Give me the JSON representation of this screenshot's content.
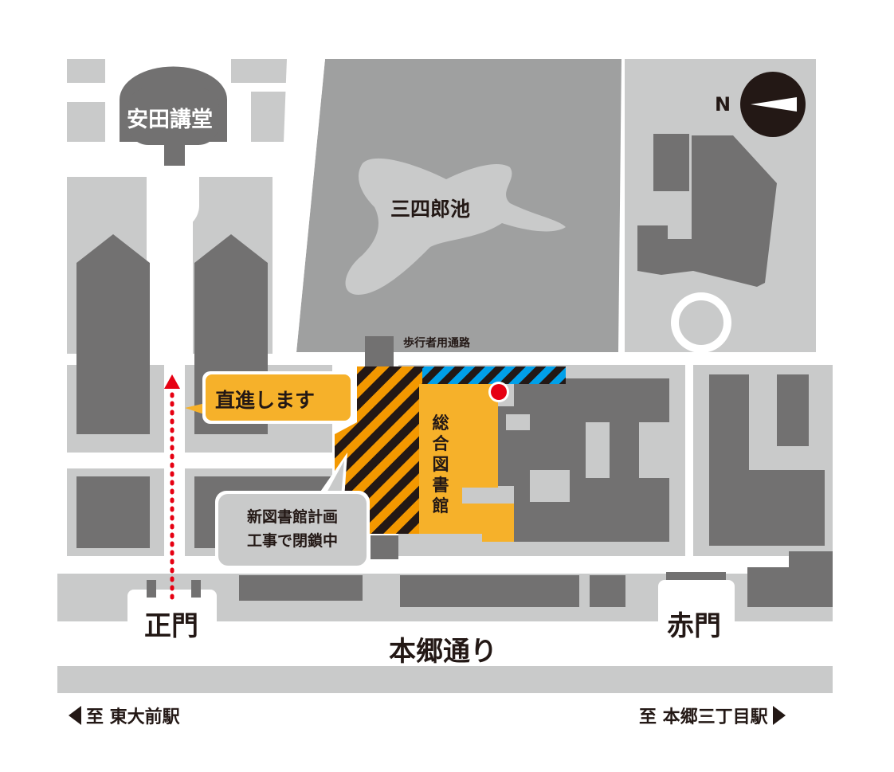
{
  "map": {
    "landmarks": {
      "yasuda_auditorium": "安田講堂",
      "sanshiro_pond": "三四郎池",
      "general_library": "総合図書館"
    },
    "walkway_label": "歩行者用通路",
    "north_label": "N",
    "callouts": {
      "straight": "直進します",
      "closed_line1": "新図書館計画",
      "closed_line2": "工事で閉鎖中"
    },
    "gates": {
      "main_gate": "正門",
      "red_gate": "赤門"
    },
    "street": "本郷通り",
    "directions": {
      "left": "至 東大前駅",
      "right": "至 本郷三丁目駅"
    },
    "colors": {
      "background": "#ffffff",
      "road": "#ffffff",
      "block": "#c9caca",
      "building": "#727171",
      "pond_area": "#9fa0a0",
      "library": "#f6b12a",
      "construction_stripe": "#f39800",
      "walkway_stripe": "#00a0e9",
      "marker": "#e60012",
      "ink": "#231815"
    }
  }
}
